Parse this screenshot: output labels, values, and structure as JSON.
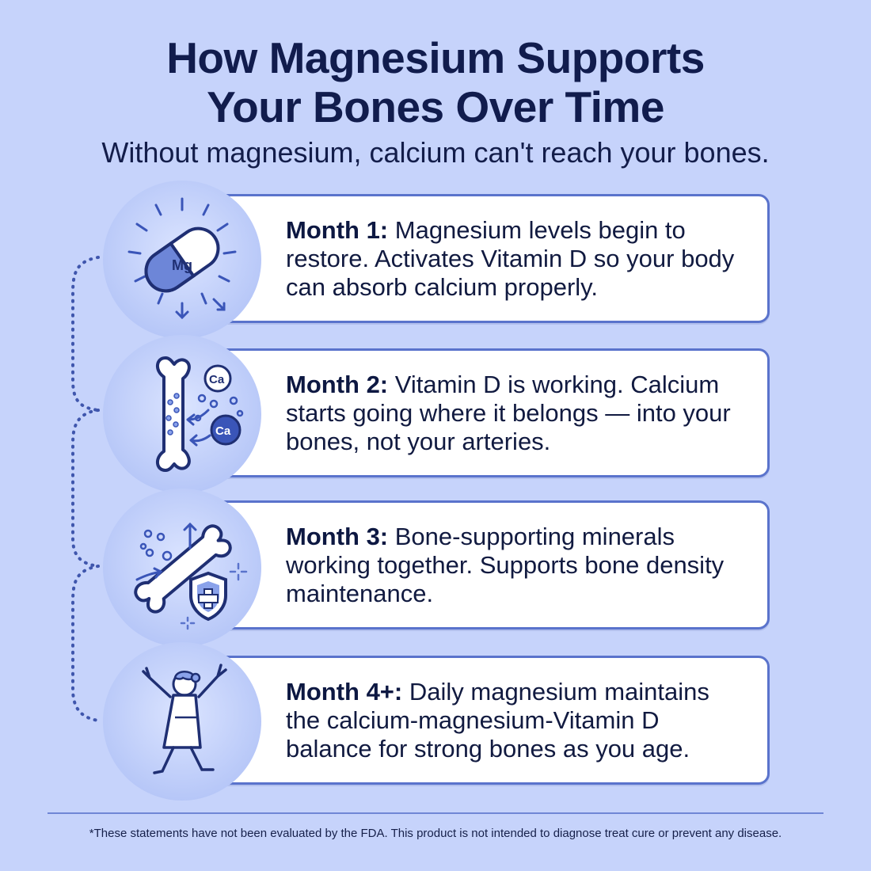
{
  "header": {
    "title_line1": "How Magnesium Supports",
    "title_line2": "Your Bones Over Time",
    "subtitle": "Without magnesium, calcium can't reach your bones."
  },
  "steps": [
    {
      "label": "Month 1:",
      "text": " Magnesium levels begin to restore. Activates Vitamin D so your body can absorb calcium properly.",
      "icon": "magnesium-capsule-icon",
      "icon_text": "Mg"
    },
    {
      "label": "Month 2:",
      "text": " Vitamin D is working. Calcium starts going where it belongs — into your bones, not your arteries.",
      "icon": "bone-calcium-icon",
      "icon_text_1": "Ca",
      "icon_text_2": "Ca"
    },
    {
      "label": "Month 3:",
      "text": " Bone-supporting minerals working together. Supports bone density maintenance.",
      "icon": "bone-shield-icon"
    },
    {
      "label": "Month 4+:",
      "text": " Daily magnesium maintains the calcium-magnesium-Vitamin D balance for strong bones as you age.",
      "icon": "happy-woman-icon"
    }
  ],
  "footnote": "*These statements have not been evaluated by the FDA. This product is not intended to diagnose treat cure or prevent any disease.",
  "colors": {
    "background": "#c6d3fb",
    "accent": "#5a73cc",
    "text": "#111c4d",
    "card": "#ffffff"
  }
}
